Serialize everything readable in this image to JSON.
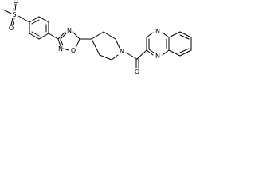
{
  "diagram": {
    "kind": "skeletal structural formula",
    "ink_color": "#000000",
    "background_color": "#ffffff",
    "atom_labels": {
      "sulfonyl_s": "S",
      "sulfonyl_o_upper": "O",
      "sulfonyl_o_lower": "O",
      "oxadiazole_n_upper": "N",
      "oxadiazole_o": "O",
      "oxadiazole_n_lower": "N",
      "piperidine_n": "N",
      "carbonyl_o": "O",
      "quinoxaline_n_upper": "N",
      "quinoxaline_n_lower": "N"
    }
  }
}
